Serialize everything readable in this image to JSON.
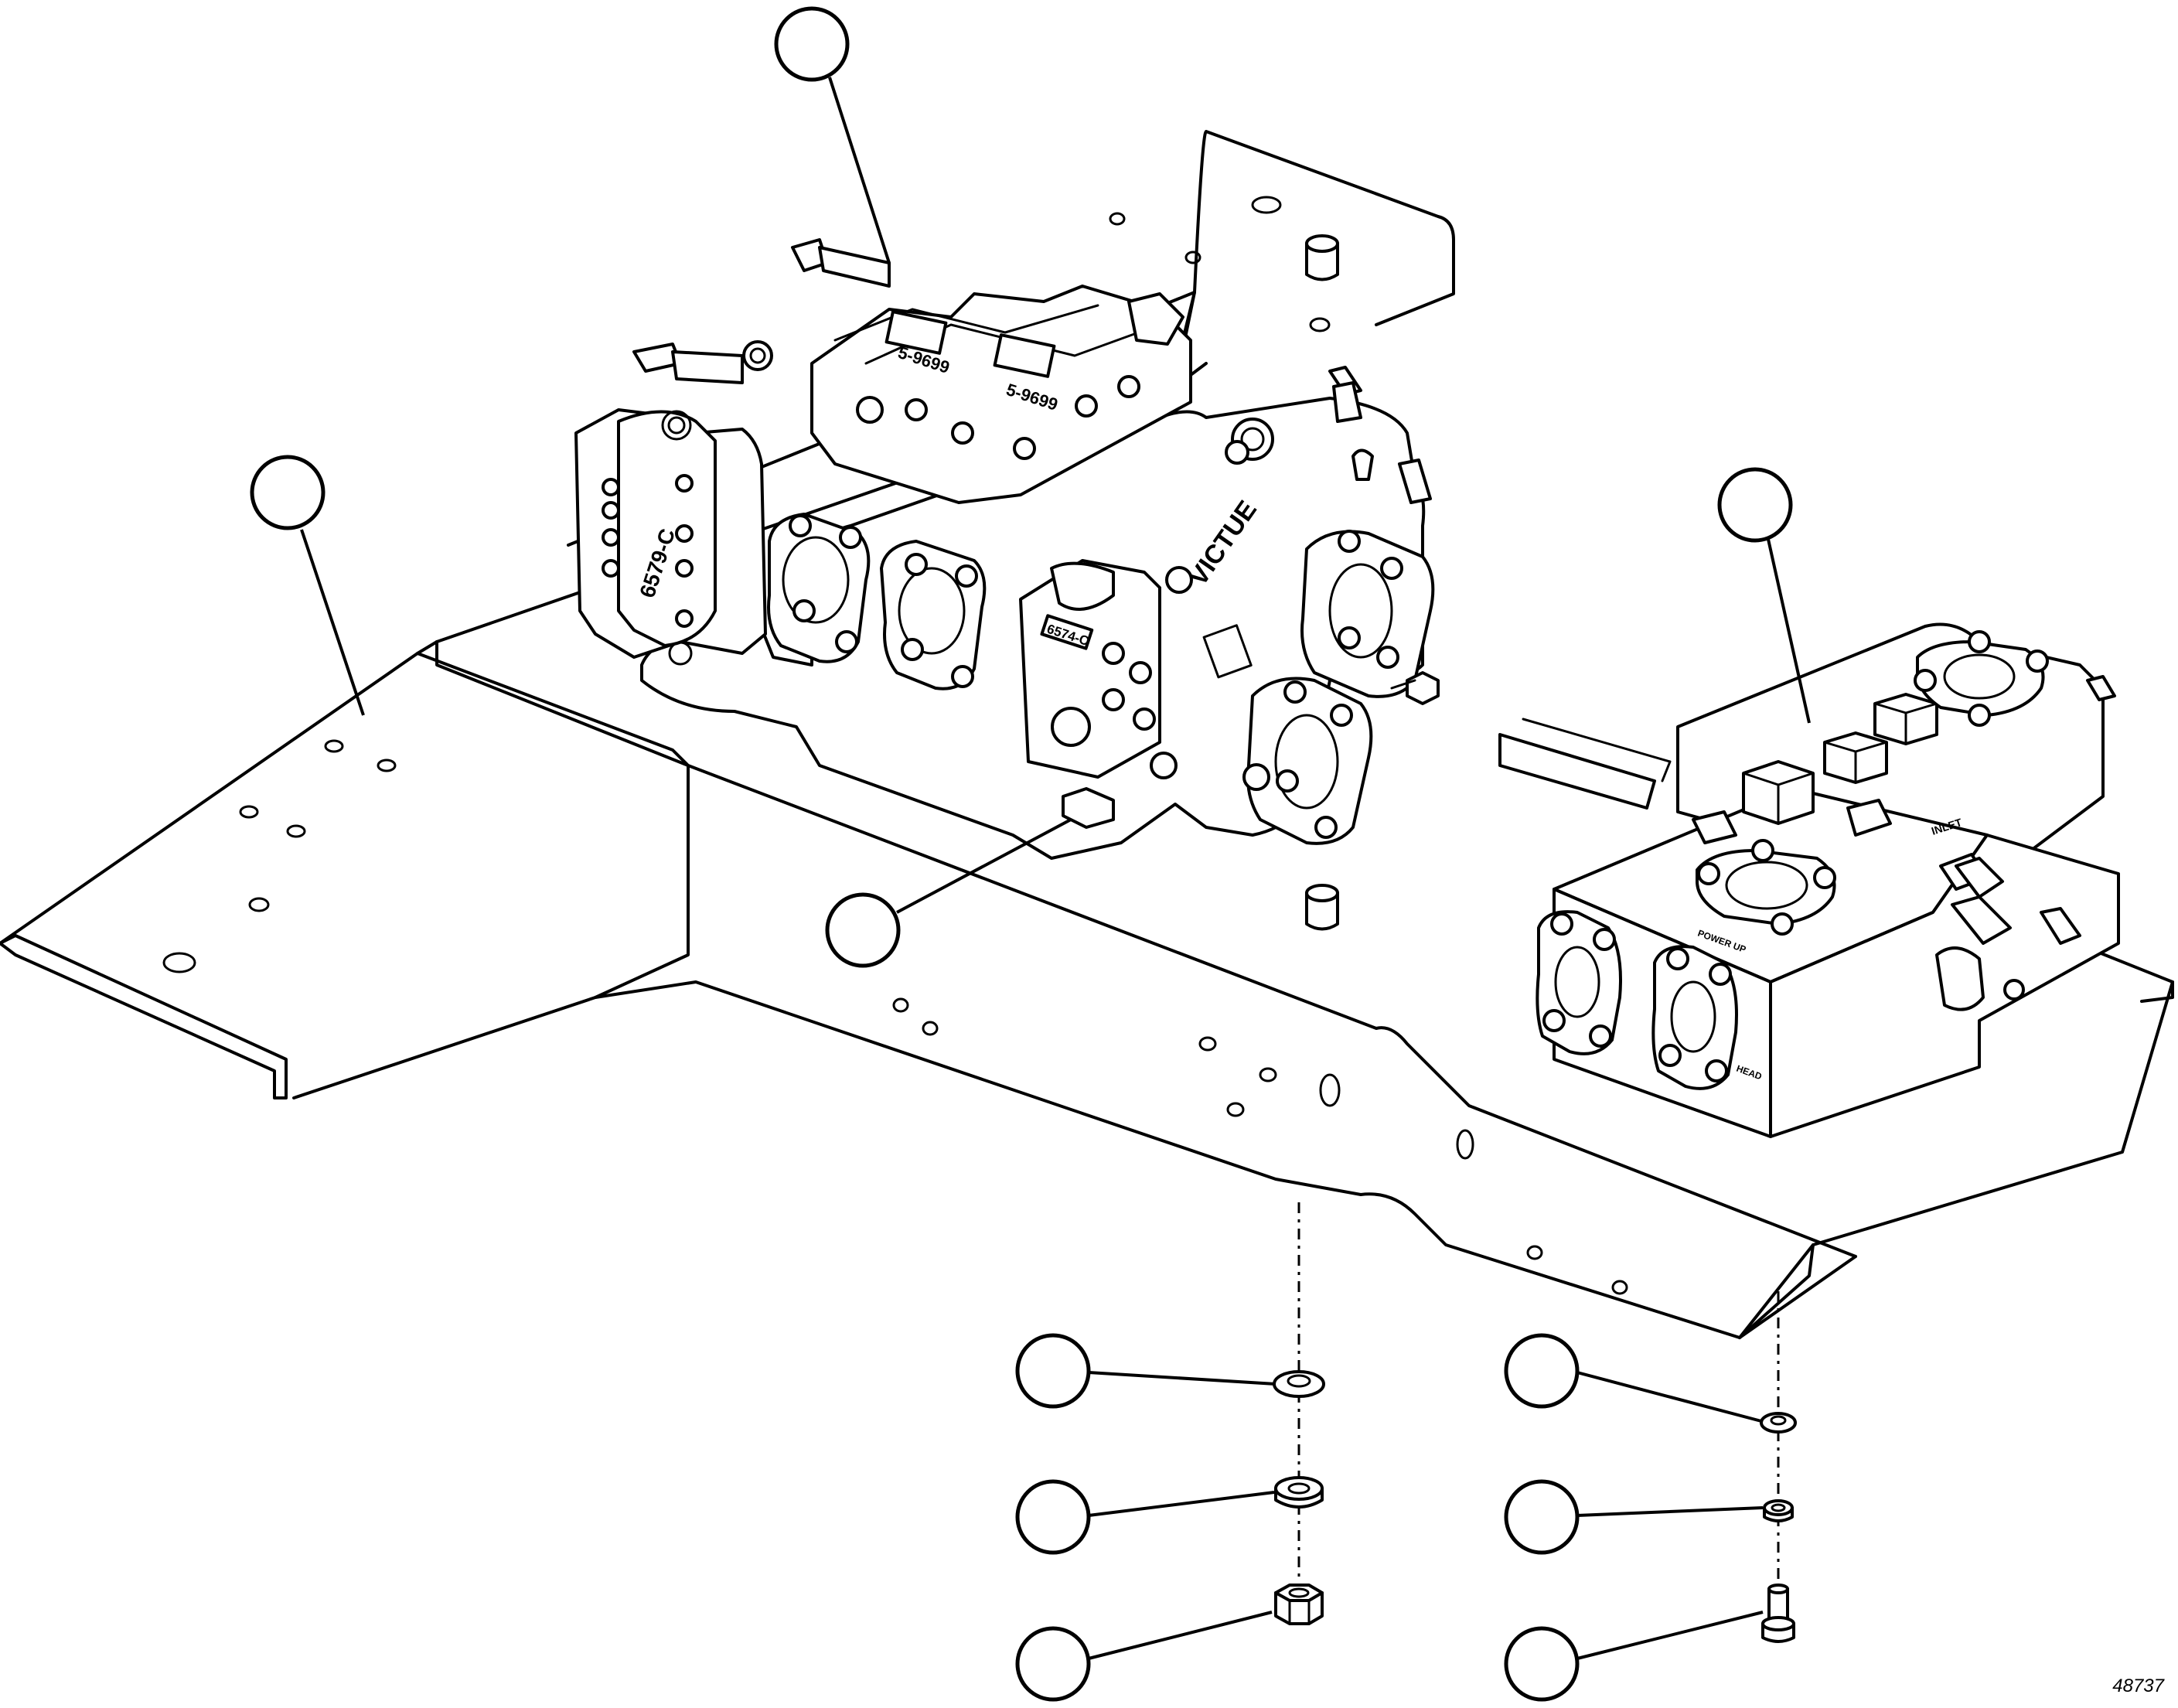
{
  "figure": {
    "number": "48737"
  },
  "markings": {
    "pump_cover": "6579-C",
    "valve_tag": "6574-C",
    "top_left_stamp": "5-9699",
    "top_right_stamp": "5-9699",
    "brand": "VICTUE",
    "manifold_label_a": "POWER UP",
    "manifold_label_b": "HEAD",
    "manifold_label_c": "INLET"
  },
  "callouts": [
    {
      "id": "callout-valve-top",
      "label": ""
    },
    {
      "id": "callout-base-plate",
      "label": ""
    },
    {
      "id": "callout-manifold",
      "label": ""
    },
    {
      "id": "callout-valve-plug",
      "label": ""
    },
    {
      "id": "callout-left-washer",
      "label": ""
    },
    {
      "id": "callout-left-lockwasher",
      "label": ""
    },
    {
      "id": "callout-left-nut",
      "label": ""
    },
    {
      "id": "callout-right-washer",
      "label": ""
    },
    {
      "id": "callout-right-lockwasher",
      "label": ""
    },
    {
      "id": "callout-right-bolt",
      "label": ""
    }
  ]
}
